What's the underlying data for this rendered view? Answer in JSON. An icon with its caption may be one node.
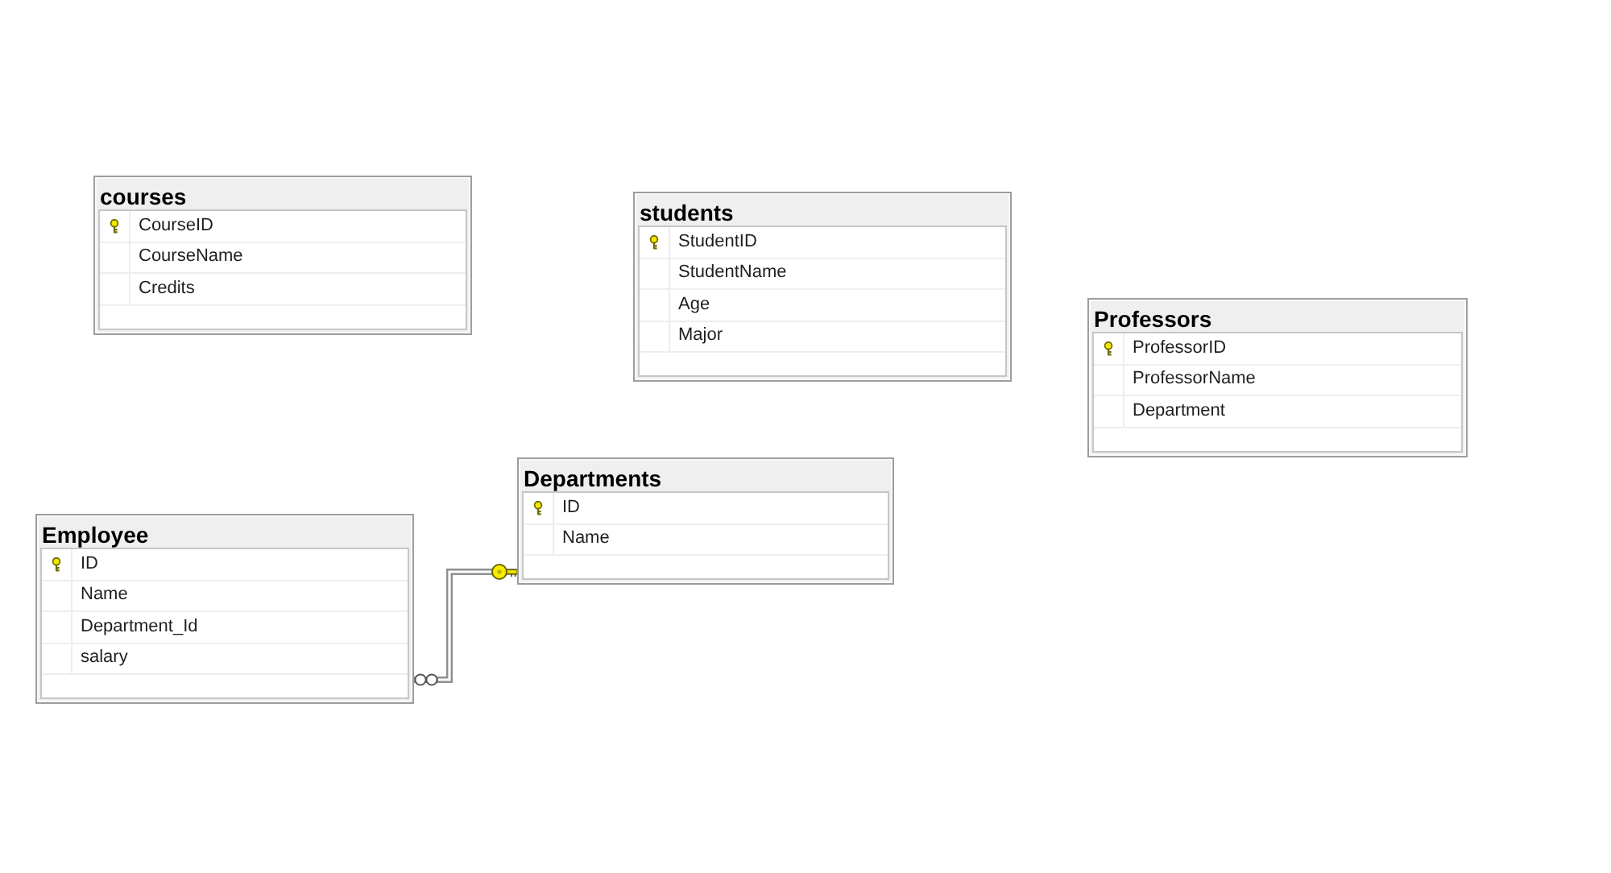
{
  "diagram": {
    "nodes": [
      {
        "text": [
          "courses",
          "CourseID",
          "CourseName",
          "Credits"
        ]
      },
      {
        "text": [
          "students",
          "StudentID",
          "StudentName",
          "Age",
          "Major"
        ]
      },
      {
        "text": [
          "Professors",
          "ProfessorID",
          "ProfessorName",
          "Department"
        ]
      },
      {
        "text": [
          "Departments",
          "ID",
          "Name"
        ]
      },
      {
        "text": [
          "Employee",
          "ID",
          "Name",
          "Department_Id",
          "salary"
        ]
      }
    ],
    "edges": [
      {
        "from": 4,
        "to": 3,
        "arrow": "other"
      }
    ]
  }
}
